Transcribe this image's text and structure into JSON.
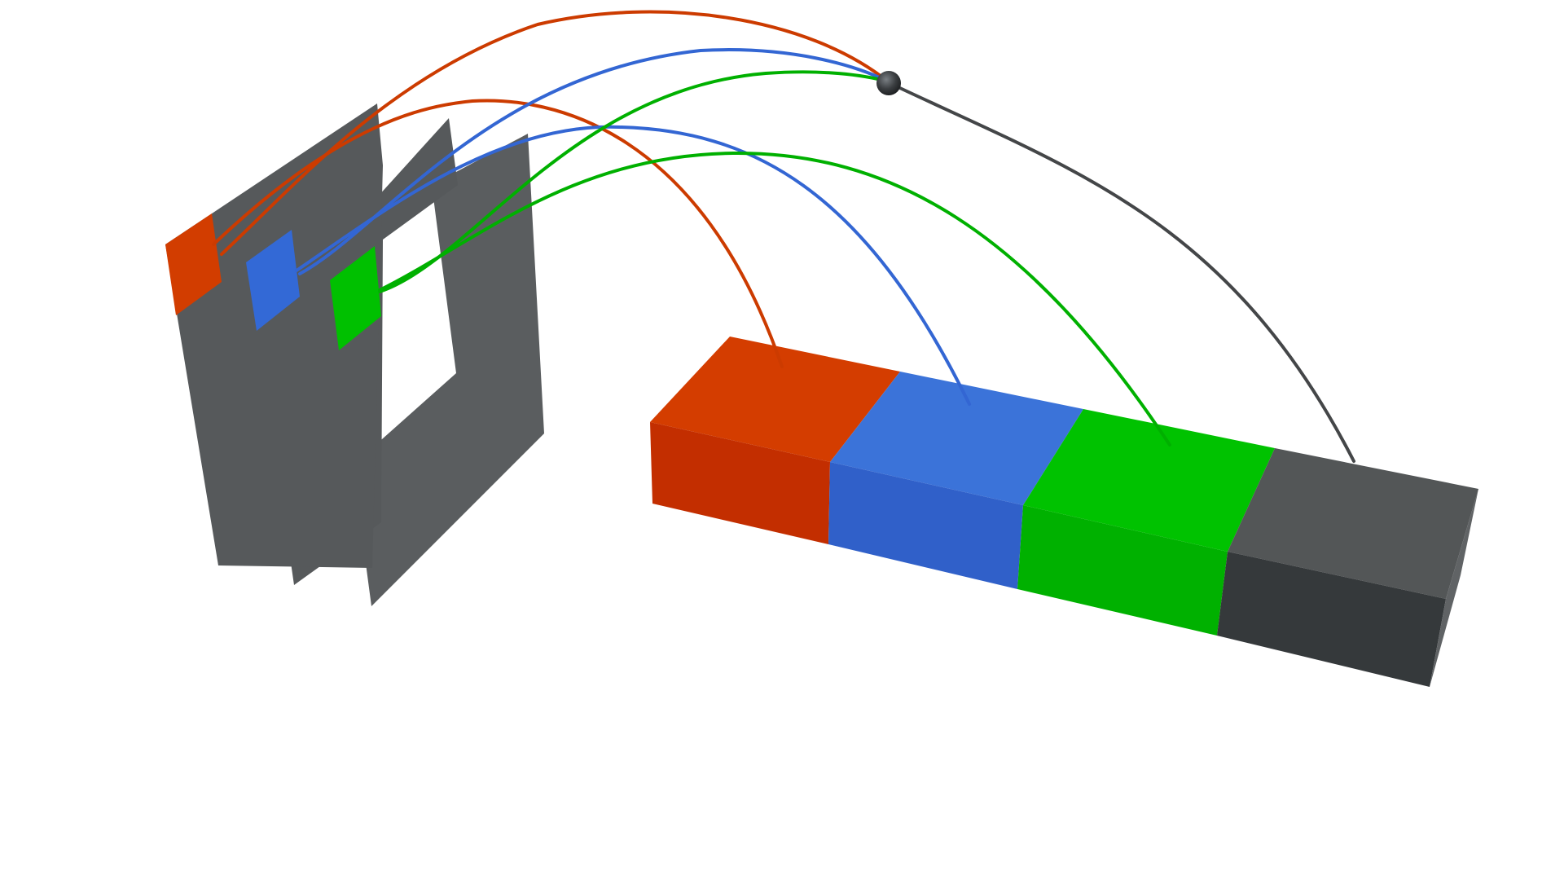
{
  "diagram": {
    "type": "3d-convolution-illustration",
    "labels": [],
    "colors": {
      "background": "#ffffff",
      "feature_map": "#5b5e60",
      "red": "#d23d00",
      "red_dark": "#c22f00",
      "blue": "#3a72da",
      "blue_dark": "#2f5fca",
      "green": "#00c000",
      "green_dark": "#00b000",
      "gray_top": "#535657",
      "gray_front": "#35393b",
      "gray_side": "#5f6264",
      "bias_line": "#444648",
      "node": "#3a3d40"
    },
    "input_stack": {
      "layers": 3,
      "highlighted_patches": [
        "red",
        "blue",
        "green"
      ]
    },
    "output_bar": {
      "segments": [
        "red",
        "blue",
        "green",
        "gray"
      ]
    },
    "connections": {
      "per_patch": 2,
      "bias_connection": true
    }
  }
}
